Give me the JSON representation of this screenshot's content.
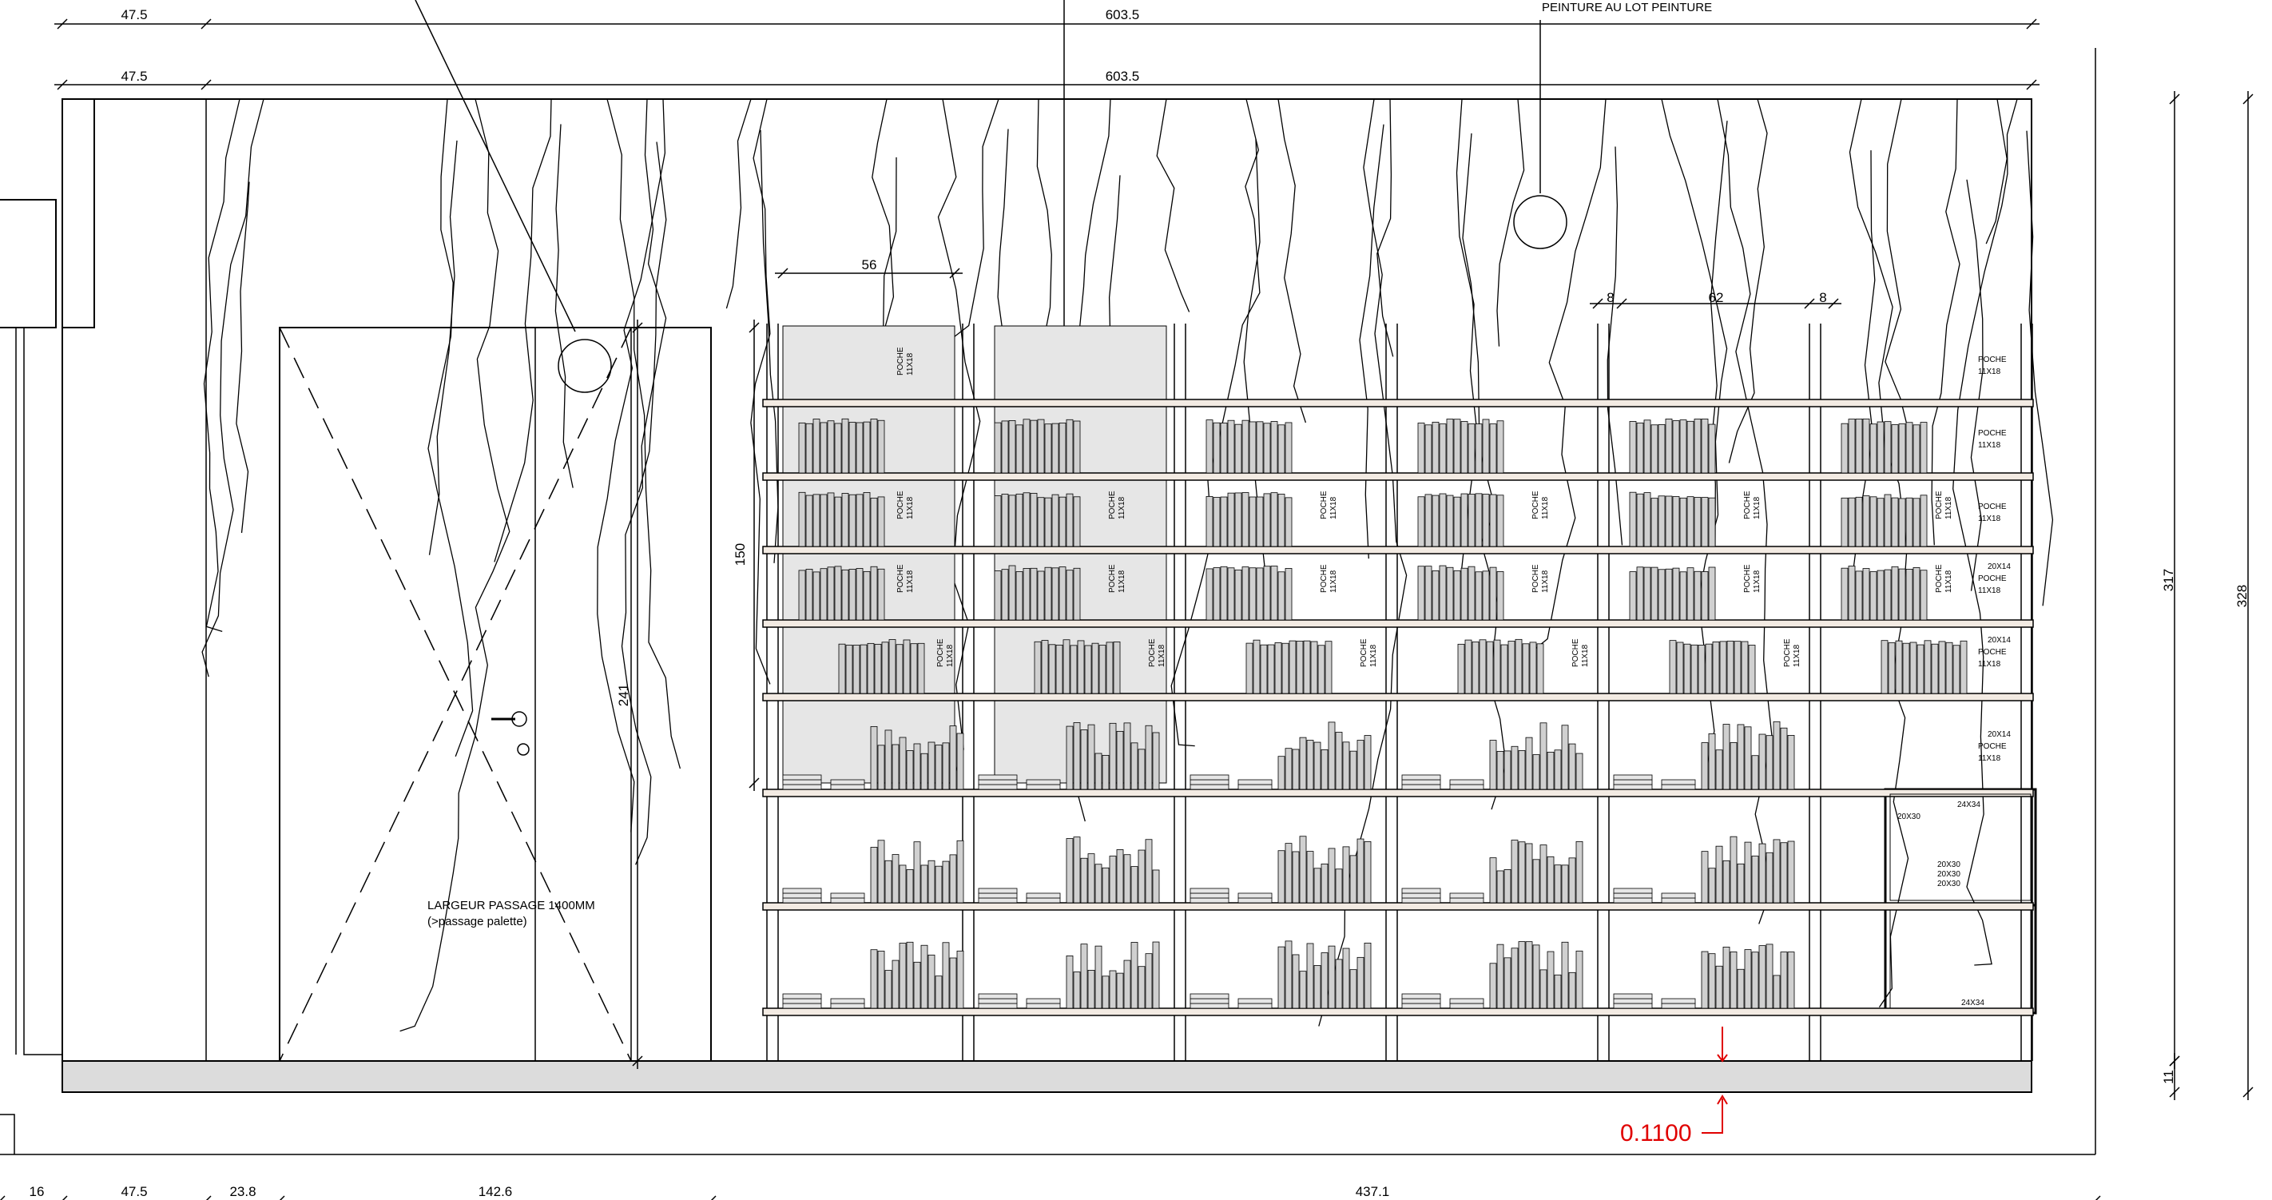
{
  "dimensions": {
    "top_row1": [
      "47.5",
      "603.5"
    ],
    "top_row2": [
      "47.5",
      "603.5"
    ],
    "bottom_row": [
      "16",
      "47.5",
      "23.8",
      "142.6",
      "437.1"
    ],
    "shelf_spacing_56": "56",
    "post_8_left": "8",
    "bay_62": "62",
    "post_8_right": "8",
    "shelf_height_150": "150",
    "door_height_241": "241",
    "right_317": "317",
    "right_328": "328",
    "right_11": "11"
  },
  "notes": {
    "paint": "PEINTURE AU LOT PEINTURE",
    "passage_line1": "LARGEUR PASSAGE 1400MM",
    "passage_line2": "(>passage palette)",
    "level": "0.1100"
  },
  "labels": {
    "poche": "POCHE",
    "size_11x18": "11X18",
    "size_20x14": "20X14",
    "size_24x34": "24X34",
    "size_20x30": "20X30"
  },
  "colors": {
    "line": "#000000",
    "shelf_fill": "#f3ebe3",
    "panel_fill": "#e6e6e6",
    "book_fill": "#d0d0d0",
    "floor_fill": "#dcdcdc",
    "level_red": "#e00000"
  }
}
